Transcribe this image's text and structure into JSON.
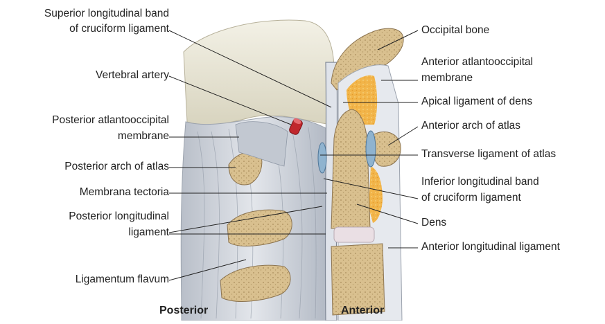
{
  "figure": {
    "labels_left": {
      "superior_band_1": "Superior longitudinal band",
      "superior_band_2": "of cruciform ligament",
      "vertebral_artery": "Vertebral artery",
      "post_ao_membrane_1": "Posterior atlantooccipital",
      "post_ao_membrane_2": "membrane",
      "posterior_arch": "Posterior arch of atlas",
      "membrana_tectoria": "Membrana tectoria",
      "post_long_lig_1": "Posterior longitudinal",
      "post_long_lig_2": "ligament",
      "ligamentum_flavum": "Ligamentum flavum"
    },
    "labels_right": {
      "occipital_bone": "Occipital bone",
      "ant_ao_membrane_1": "Anterior atlantooccipital",
      "ant_ao_membrane_2": "membrane",
      "apical_ligament": "Apical ligament of dens",
      "anterior_arch": "Anterior arch of atlas",
      "transverse_ligament": "Transverse ligament of atlas",
      "inferior_band_1": "Inferior longitudinal band",
      "inferior_band_2": "of cruciform ligament",
      "dens": "Dens",
      "ant_long_lig": "Anterior longitudinal ligament"
    },
    "orientation": {
      "posterior": "Posterior",
      "anterior": "Anterior"
    },
    "colors": {
      "bone": "#d9c08f",
      "bone_dot": "#a98d5c",
      "bone_edge": "#8c7450",
      "ligament": "#c9ced6",
      "ligament_dark": "#8f98a6",
      "skull": "#e8e4d2",
      "fat": "#f2b54a",
      "artery": "#c0272d",
      "transverse": "#8fb3cf",
      "leader": "#222222"
    }
  }
}
